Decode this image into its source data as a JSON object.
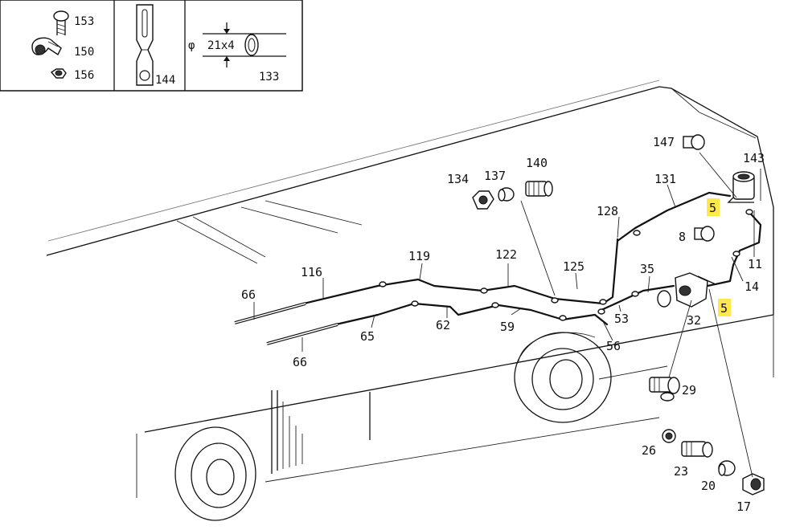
{
  "legend": {
    "clip_items": [
      "153",
      "150",
      "156"
    ],
    "strap_item": "144",
    "hose_size": "21x4",
    "hose_diameter_symbol": "φ",
    "hose_item": "133"
  },
  "callouts": {
    "c147": "147",
    "c143": "143",
    "c131": "131",
    "c140": "140",
    "c137": "137",
    "c134": "134",
    "c128": "128",
    "c5_top": "5",
    "c8": "8",
    "c11": "11",
    "c14": "14",
    "c5_bottom": "5",
    "c35": "35",
    "c125": "125",
    "c122": "122",
    "c119": "119",
    "c116": "116",
    "c66_top": "66",
    "c65": "65",
    "c66_bottom": "66",
    "c62": "62",
    "c59": "59",
    "c53": "53",
    "c56": "56",
    "c32": "32",
    "c29": "29",
    "c26": "26",
    "c23": "23",
    "c20": "20",
    "c17": "17"
  },
  "highlight_color": "#ffe84d"
}
